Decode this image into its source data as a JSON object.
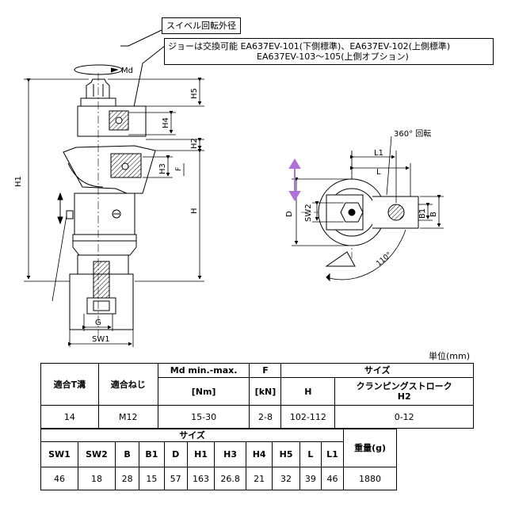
{
  "callouts": {
    "swivel": "スイベル回転外径",
    "jaw_line1": "ジョーは交換可能  EA637EV-101(下側標準)、EA637EV-102(上側標準)",
    "jaw_line2": "EA637EV-103～105(上側オプション)"
  },
  "drawing": {
    "md": "Md",
    "h5": "H5",
    "h4": "H4",
    "h2": "H2",
    "h3": "H3",
    "f": "F",
    "h1": "H1",
    "h": "H",
    "g": "G",
    "sw1": "SW1",
    "rotation": "360° 回転",
    "l1": "L1",
    "l": "L",
    "d": "D",
    "sw2": "SW2",
    "b1": "B1",
    "b": "B",
    "angle": "110°"
  },
  "unit": "単位(mm)",
  "table1": {
    "h_fit_t": "適合T溝",
    "h_fit_screw": "適合ねじ",
    "h_md": "Md min.-max.",
    "h_f": "F",
    "h_size": "サイズ",
    "h_md_unit": "[Nm]",
    "h_f_unit": "[kN]",
    "h_h": "H",
    "h_stroke": "クランピングストローク",
    "h_h2": "H2",
    "v_fit_t": "14",
    "v_fit_screw": "M12",
    "v_md": "15-30",
    "v_f": "2-8",
    "v_h": "102-112",
    "v_h2": "0-12"
  },
  "table2": {
    "h_size": "サイズ",
    "h_weight": "重量(g)",
    "cols": [
      "SW1",
      "SW2",
      "B",
      "B1",
      "D",
      "H1",
      "H3",
      "H4",
      "H5",
      "L",
      "L1"
    ],
    "vals": [
      "46",
      "18",
      "28",
      "15",
      "57",
      "163",
      "26.8",
      "21",
      "32",
      "39",
      "46"
    ],
    "v_weight": "1880"
  },
  "colors": {
    "arrow": "#b070d8",
    "line": "#000000"
  }
}
